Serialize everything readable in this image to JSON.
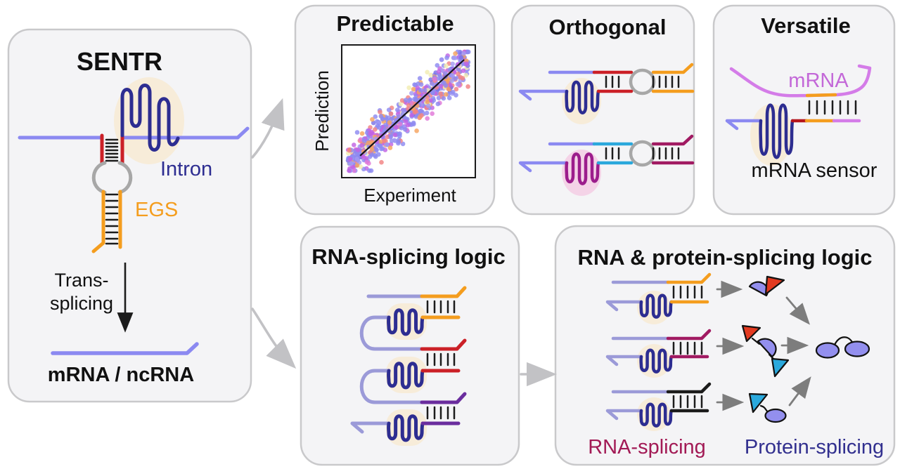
{
  "figure": {
    "panels": {
      "sentr": {
        "title": "SENTR",
        "intron_label": "Intron",
        "egs_label": "EGS",
        "process_label_line1": "Trans-",
        "process_label_line2": "splicing",
        "product_label": "mRNA / ncRNA"
      },
      "predictable": {
        "title": "Predictable",
        "ylabel": "Prediction",
        "xlabel": "Experiment"
      },
      "orthogonal": {
        "title": "Orthogonal"
      },
      "versatile": {
        "title": "Versatile",
        "mrna_label": "mRNA",
        "caption": "mRNA sensor"
      },
      "rna_logic": {
        "title": "RNA-splicing logic"
      },
      "protein_logic": {
        "title": "RNA & protein-splicing logic",
        "label_rna": "RNA-splicing",
        "label_protein": "Protein-splicing"
      }
    },
    "icons": {
      "ribozyme-squiggle-icon": "wavy intron ribozyme scribble",
      "duplex-ticks-icon": "base-pairing tick marks |||||",
      "bulge-loop-icon": "gray open circle loop",
      "strand-arrowhead-icon": "bent half-arrow RNA 3' end",
      "protein-half-oval-icon": "split intein half-ellipse",
      "protein-triangle-icon": "extein triangle",
      "spliced-protein-icon": "two linked ovals"
    },
    "colors": {
      "panel_fill": "#f4f4f6",
      "panel_border": "#c9c9cb",
      "periwinkle": "#8b89f1",
      "periwinkle_light": "#9b9ad8",
      "navy": "#2d2d91",
      "red": "#cb2027",
      "dark_red": "#b5151c",
      "orange": "#f49d1e",
      "gray_loop": "#a7a7a7",
      "beige": "#f7ecd9",
      "pink": "#f4d3e7",
      "magenta": "#9c1d8c",
      "cyan": "#2aa8dc",
      "maroon": "#a11a62",
      "purple": "#6a2d9e",
      "black_strand": "#1b1b1b",
      "violet": "#d47ce8",
      "violet_text": "#c368d8",
      "crimson_text": "#a21a55",
      "navy_label": "#32308f",
      "arrow_gray": "#c2c2c5",
      "arrow_dark": "#7d7d7d",
      "protein_fill": "#938fee",
      "tri_red": "#e23a20",
      "tri_cyan": "#2aa9dd"
    }
  },
  "chart_data": {
    "type": "scatter",
    "title": "Predictable",
    "xlabel": "Experiment",
    "ylabel": "Prediction",
    "tick_labels": "none (conceptual correlation plot, unlabeled axes)",
    "description": "Predicted vs experimental splicing values cluster tightly along the identity diagonal",
    "n_points": 650,
    "seed": 7,
    "slope": 0.88,
    "intercept": 0.06,
    "noise_sd": 0.085,
    "point_radius": 3.3,
    "trend": {
      "type": "identity-line",
      "x0": 0.1,
      "y0": 0.13,
      "x1": 0.96,
      "y1": 0.93
    },
    "palette": [
      {
        "color": "#8d8af0",
        "weight": 0.46
      },
      {
        "color": "#a29af3",
        "weight": 0.08
      },
      {
        "color": "#c263e3",
        "weight": 0.12
      },
      {
        "color": "#e078d8",
        "weight": 0.04
      },
      {
        "color": "#f28383",
        "weight": 0.11
      },
      {
        "color": "#f5a45f",
        "weight": 0.1
      },
      {
        "color": "#f2edb2",
        "weight": 0.05
      },
      {
        "color": "#7b72e6",
        "weight": 0.04
      }
    ]
  }
}
